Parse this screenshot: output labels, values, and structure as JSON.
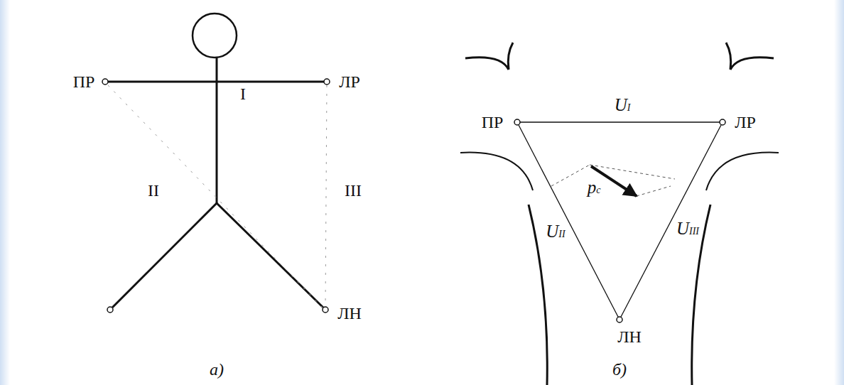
{
  "diagram": {
    "labels": [
      "ПР",
      "ЛР",
      "I",
      "II",
      "III",
      "ЛН",
      "а)",
      "UI",
      "ПР",
      "ЛР",
      "pc",
      "UII",
      "UIII",
      "ЛН",
      "б)"
    ]
  }
}
